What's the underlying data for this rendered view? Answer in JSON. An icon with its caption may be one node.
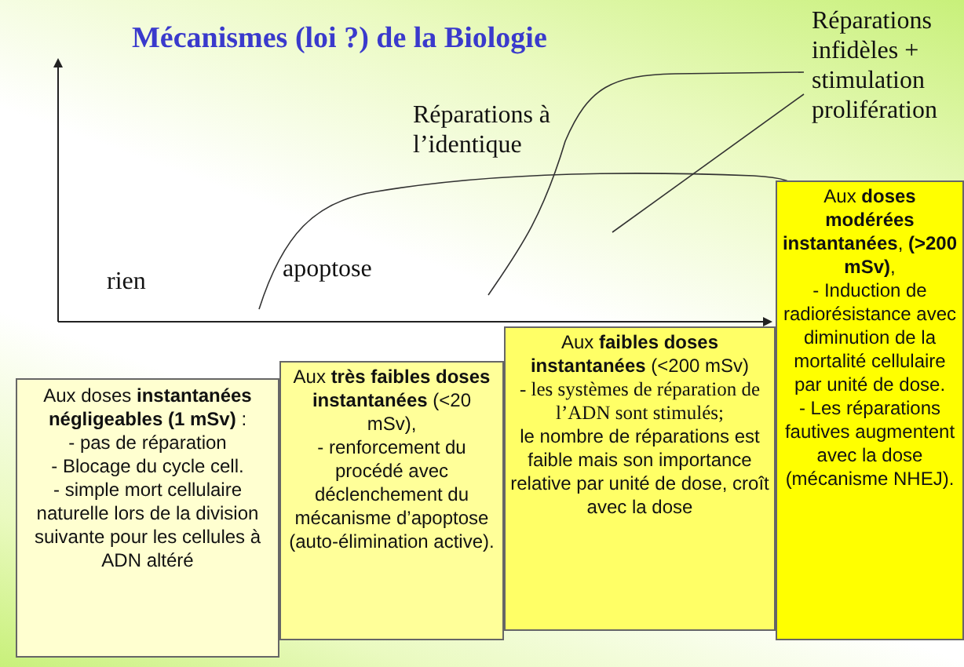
{
  "diagram": {
    "title": "Mécanismes (loi ?) de la Biologie",
    "nodes": [
      {
        "text": [
          "Aux doses **instantanées négligeables** **(1 mSv)** :",
          "- pas de réparation",
          "- Blocage du cycle cell.",
          "- simple mort cellulaire naturelle lors de la division suivante pour les cellules à ADN altéré"
        ]
      },
      {
        "text": [
          "Aux **très faibles doses instantanées** (<20 mSv),",
          "- renforcement du procédé avec déclenchement du mécanisme d’apoptose (auto-élimination active)."
        ]
      },
      {
        "text": [
          "Aux **faibles doses instantanées** (<200 mSv)",
          "- les systèmes de réparation de l’ADN sont stimulés;",
          "le nombre de réparations est faible mais son importance relative par unité de dose, croît avec la dose"
        ]
      },
      {
        "text": [
          "Aux **doses modérées instantanées**, **(>200 mSv)**,",
          "- Induction de radiorésistance avec diminution de la mortalité cellulaire par unité de dose.",
          "- Les réparations fautives augmentent avec la dose (mécanisme NHEJ)."
        ]
      }
    ],
    "labels": [
      "Réparations infidèles + stimulation prolifération",
      "Réparations à l’identique",
      "rien",
      "apoptose"
    ]
  }
}
